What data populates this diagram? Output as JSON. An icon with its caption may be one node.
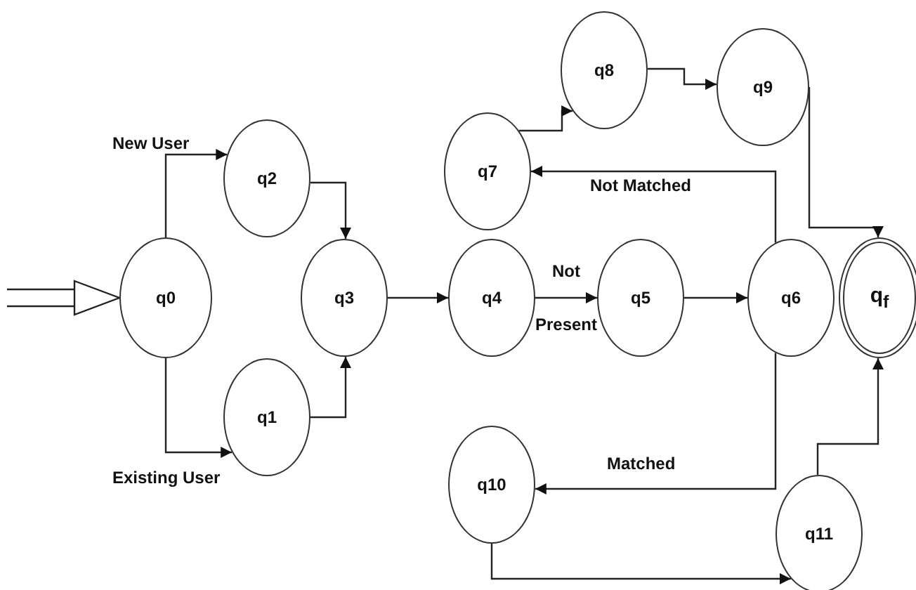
{
  "diagram": {
    "nodes": [
      {
        "text": [
          "q0"
        ]
      },
      {
        "text": [
          "q2"
        ]
      },
      {
        "text": [
          "q1"
        ]
      },
      {
        "text": [
          "q3"
        ]
      },
      {
        "text": [
          "q4"
        ]
      },
      {
        "text": [
          "q5"
        ]
      },
      {
        "text": [
          "q6"
        ]
      },
      {
        "text": [
          "q7"
        ]
      },
      {
        "text": [
          "q8"
        ]
      },
      {
        "text": [
          "q9"
        ]
      },
      {
        "text": [
          "q$_{f}$"
        ]
      },
      {
        "text": [
          "q10"
        ]
      },
      {
        "text": [
          "q11"
        ]
      }
    ],
    "edges": [
      {
        "from": null,
        "to": 0,
        "arrow": "to"
      },
      {
        "from": 0,
        "to": 1,
        "arrow": "to",
        "label": "New User"
      },
      {
        "from": 0,
        "to": 2,
        "arrow": "to",
        "label": "Existing User"
      },
      {
        "from": 1,
        "to": 3,
        "arrow": "to"
      },
      {
        "from": 2,
        "to": 3,
        "arrow": "to"
      },
      {
        "from": 3,
        "to": 4,
        "arrow": "to"
      },
      {
        "from": 4,
        "to": 5,
        "arrow": "to",
        "label": "Not Present"
      },
      {
        "from": 5,
        "to": 6,
        "arrow": "to"
      },
      {
        "from": 6,
        "to": 7,
        "arrow": "to",
        "label": "Not Matched"
      },
      {
        "from": 6,
        "to": 11,
        "arrow": "to",
        "label": "Matched"
      },
      {
        "from": 7,
        "to": 8,
        "arrow": "to"
      },
      {
        "from": 8,
        "to": 9,
        "arrow": "to"
      },
      {
        "from": 9,
        "to": 10,
        "arrow": "to"
      },
      {
        "from": 11,
        "to": 12,
        "arrow": "to"
      },
      {
        "from": 12,
        "to": 10,
        "arrow": "to"
      }
    ]
  }
}
